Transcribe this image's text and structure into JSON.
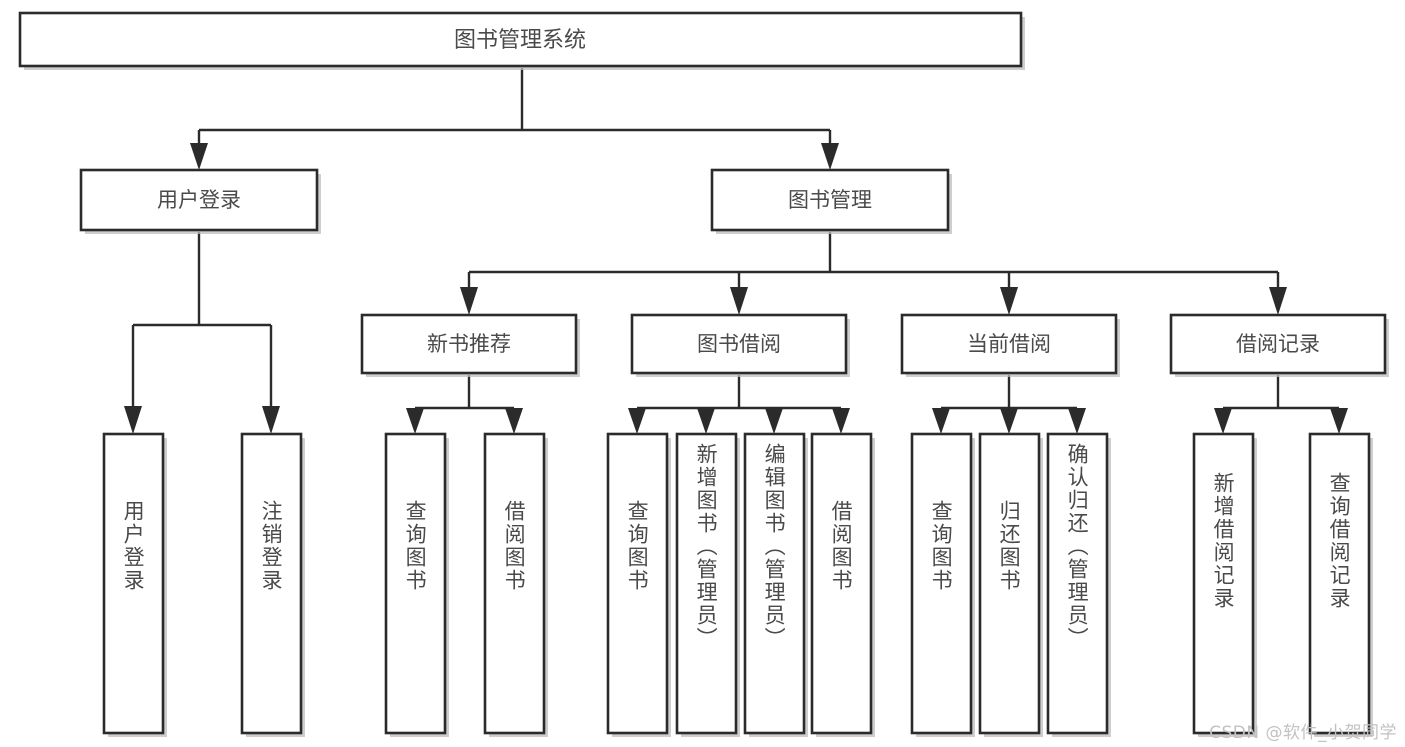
{
  "diagram": {
    "title": "图书管理系统",
    "type": "tree-hierarchy-chart",
    "colors": {
      "box_border": "#2b2b2b",
      "box_fill": "#ffffff",
      "text": "#4a4a4a",
      "connector": "#2b2b2b",
      "shadow": "#bdbdbd",
      "watermark": "#c2c2c2",
      "background": "#ffffff"
    },
    "root": {
      "label": "图书管理系统"
    },
    "level2": [
      {
        "label": "用户登录"
      },
      {
        "label": "图书管理"
      }
    ],
    "level3": [
      {
        "label": "新书推荐"
      },
      {
        "label": "图书借阅"
      },
      {
        "label": "当前借阅"
      },
      {
        "label": "借阅记录"
      }
    ],
    "leaves": {
      "user_login": [
        {
          "label": "用户登录"
        },
        {
          "label": "注销登录"
        }
      ],
      "new_book_recommend": [
        {
          "label": "查询图书"
        },
        {
          "label": "借阅图书"
        }
      ],
      "book_borrow": [
        {
          "label": "查询图书"
        },
        {
          "label": "新增图书（管理员）"
        },
        {
          "label": "编辑图书（管理员）"
        },
        {
          "label": "借阅图书"
        }
      ],
      "current_borrow": [
        {
          "label": "查询图书"
        },
        {
          "label": "归还图书"
        },
        {
          "label": "确认归还（管理员）"
        }
      ],
      "borrow_record": [
        {
          "label": "新增借阅记录"
        },
        {
          "label": "查询借阅记录"
        }
      ]
    }
  },
  "watermark": {
    "text": "CSDN @软件_小贺同学"
  }
}
